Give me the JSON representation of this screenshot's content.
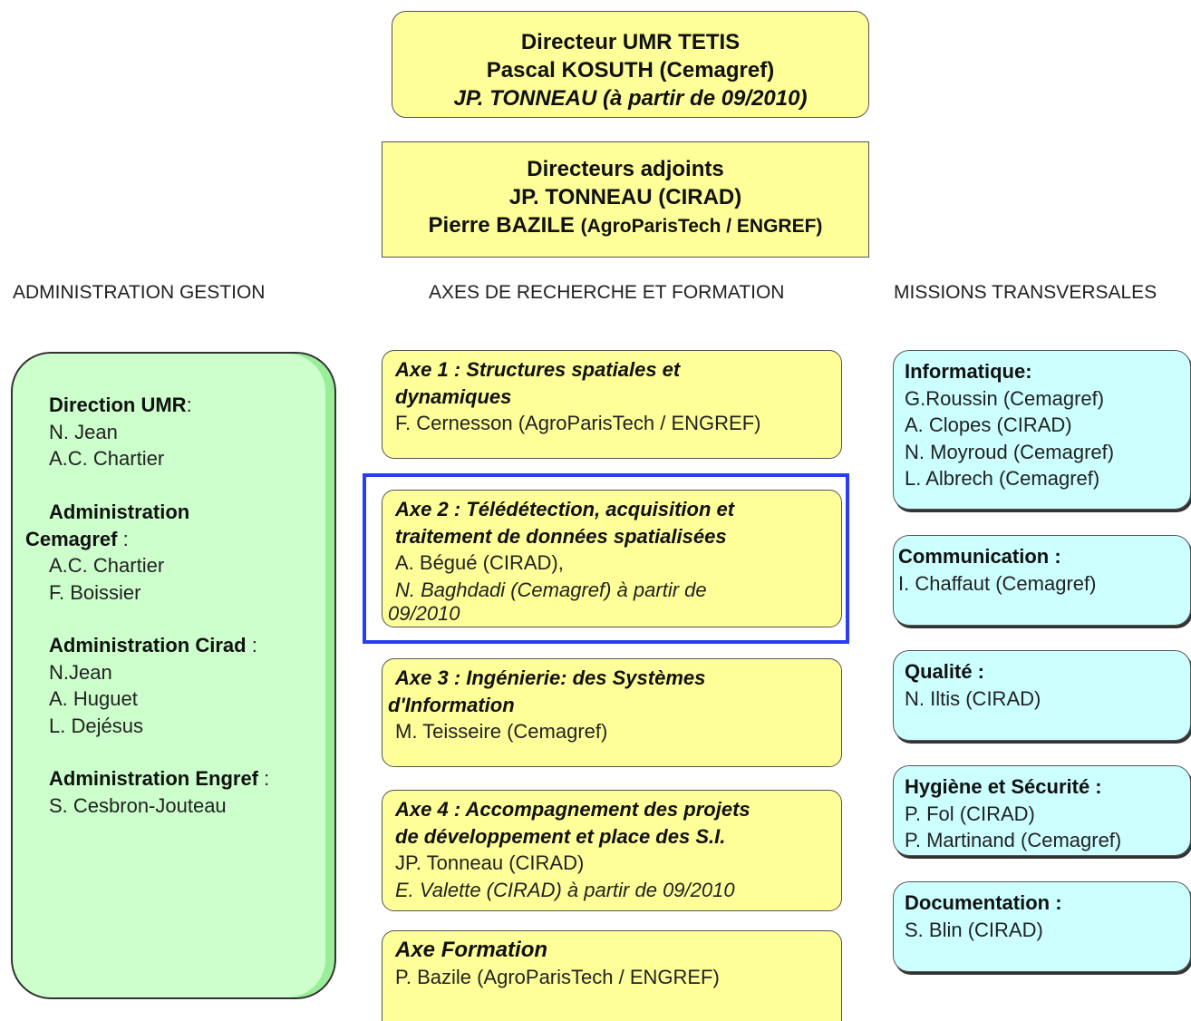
{
  "director": {
    "line1": "Directeur UMR TETIS",
    "line2": "Pascal KOSUTH (Cemagref)",
    "line3": "JP. TONNEAU (à partir de 09/2010)"
  },
  "deputies": {
    "line1": "Directeurs adjoints",
    "line2": "JP. TONNEAU (CIRAD)",
    "line3_name": "Pierre BAZILE",
    "line3_org": "(AgroParisTech / ENGREF)"
  },
  "columns": {
    "left": "ADMINISTRATION GESTION",
    "center": "AXES DE RECHERCHE ET FORMATION",
    "right": "MISSIONS TRANSVERSALES"
  },
  "administration": [
    {
      "title": "Direction UMR",
      "suffix": ":",
      "members": [
        "N. Jean",
        "A.C. Chartier"
      ]
    },
    {
      "title_line1": "Administration",
      "title_line2": "Cemagref",
      "suffix": " :",
      "members": [
        "A.C. Chartier",
        "F. Boissier"
      ]
    },
    {
      "title": "Administration Cirad",
      "suffix": " :",
      "members": [
        "N.Jean",
        "A. Huguet",
        "L. Dejésus"
      ]
    },
    {
      "title": "Administration Engref",
      "suffix": " :",
      "members": [
        "S. Cesbron-Jouteau"
      ]
    }
  ],
  "axes": [
    {
      "title_line1": "Axe 1 : Structures spatiales et",
      "title_line2": "dynamiques",
      "lines": [
        "F. Cernesson (AgroParisTech / ENGREF)"
      ]
    },
    {
      "title_line1": "Axe 2 : Télédétection, acquisition et",
      "title_line2": "traitement de données spatialisées",
      "lines": [
        "A. Bégué (CIRAD),",
        "N. Baghdadi (Cemagref) à partir de",
        "09/2010"
      ]
    },
    {
      "title_line1": "Axe 3 : Ingénierie: des Systèmes",
      "title_line2": "d'Information",
      "lines": [
        "M. Teisseire (Cemagref)"
      ]
    },
    {
      "title_line1": "Axe 4 : Accompagnement des projets",
      "title_line2": "de développement et place des S.I.",
      "lines": [
        "JP. Tonneau (CIRAD)",
        "E. Valette (CIRAD) à partir de 09/2010"
      ]
    },
    {
      "title_line1": "Axe Formation",
      "lines": [
        "P. Bazile (AgroParisTech / ENGREF)"
      ]
    }
  ],
  "missions": [
    {
      "title": "Informatique:",
      "members": [
        "G.Roussin (Cemagref)",
        "A. Clopes (CIRAD)",
        "N. Moyroud (Cemagref)",
        "L. Albrech (Cemagref)"
      ]
    },
    {
      "title": "Communication :",
      "members": [
        "I. Chaffaut (Cemagref)"
      ]
    },
    {
      "title": "Qualité :",
      "members": [
        "N. Iltis (CIRAD)"
      ]
    },
    {
      "title": "Hygiène et Sécurité :",
      "members": [
        "P. Fol (CIRAD)",
        "P. Martinand (Cemagref)"
      ]
    },
    {
      "title": "Documentation :",
      "members": [
        "S. Blin (CIRAD)"
      ]
    }
  ],
  "colors": {
    "yellow": "#ffff99",
    "cyan": "#ccffff",
    "green": "#ccffcc",
    "highlight": "#2b3cf5"
  }
}
